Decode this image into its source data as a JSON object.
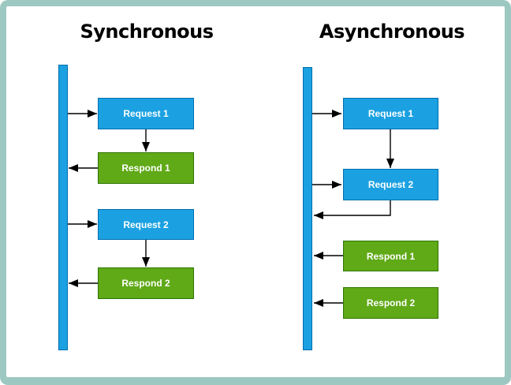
{
  "sync": {
    "title": "Synchronous",
    "boxes": [
      {
        "label": "Request 1",
        "type": "request"
      },
      {
        "label": "Respond 1",
        "type": "respond"
      },
      {
        "label": "Request 2",
        "type": "request"
      },
      {
        "label": "Respond 2",
        "type": "respond"
      }
    ]
  },
  "async": {
    "title": "Asynchronous",
    "boxes": [
      {
        "label": "Request 1",
        "type": "request"
      },
      {
        "label": "Request 2",
        "type": "request"
      },
      {
        "label": "Respond 1",
        "type": "respond"
      },
      {
        "label": "Respond 2",
        "type": "respond"
      }
    ]
  },
  "colors": {
    "frame_border": "#9cc8c1",
    "request_fill": "#1ba1e2",
    "request_stroke": "#006eaf",
    "respond_fill": "#60a917",
    "respond_stroke": "#2d7600",
    "arrow_color": "#000000",
    "box_text": "#ffffff",
    "title_color": "#000000"
  }
}
